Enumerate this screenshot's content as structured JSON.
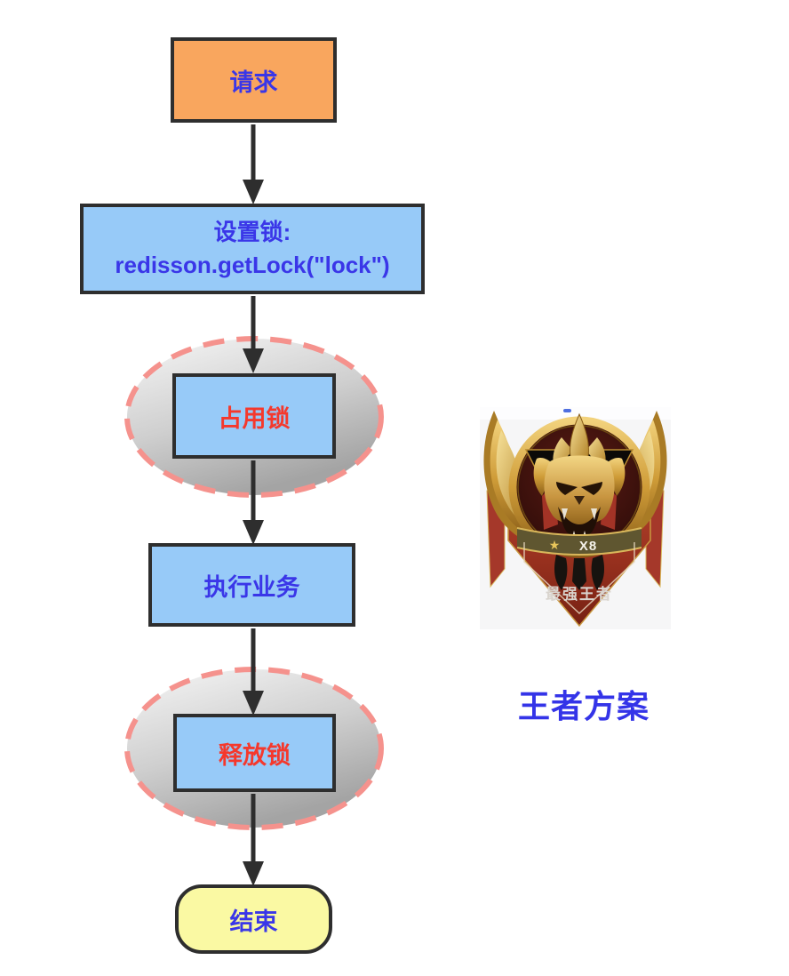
{
  "page": {
    "background": "#FFFFFF"
  },
  "flowchart": {
    "nodes": {
      "request": {
        "label": "请求"
      },
      "set_lock": {
        "line1": "设置锁:",
        "line2": "redisson.getLock(\"lock\")"
      },
      "occupy_lock": {
        "label": "占用锁"
      },
      "execute_business": {
        "label": "执行业务"
      },
      "release_lock": {
        "label": "释放锁"
      },
      "end": {
        "label": "结束"
      }
    },
    "colors": {
      "start_fill": "#F9A65E",
      "process_fill": "#97CAF8",
      "end_fill": "#FAF9A3",
      "node_border": "#2E2E2E",
      "arrow": "#2E2E2E",
      "blue_text": "#3A36E8",
      "red_text": "#F5382C",
      "ellipse_dash_border": "#F5928D",
      "ellipse_fill_top": "#F5F5F5",
      "ellipse_fill_bottom": "#A6A6A6"
    }
  },
  "badge": {
    "star_icon": "★",
    "multiplier_label": "X8",
    "rank_title": "最强王者"
  },
  "caption": {
    "label": "王者方案"
  }
}
